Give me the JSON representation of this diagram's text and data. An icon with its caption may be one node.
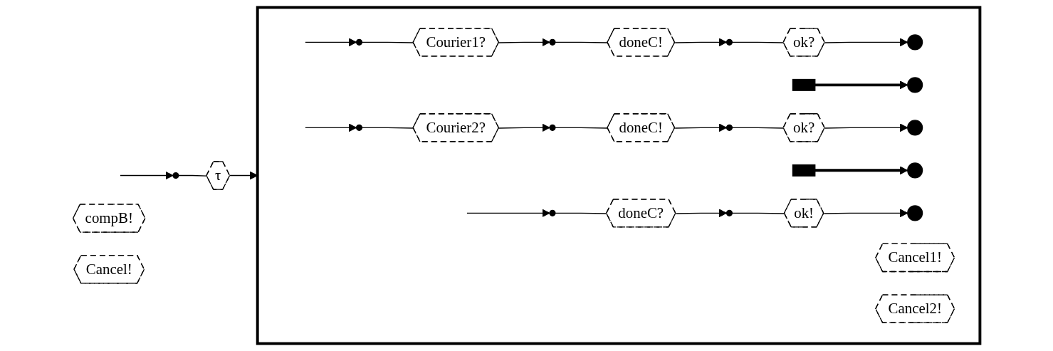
{
  "diagram": {
    "nodes": [
      {
        "text": [],
        "shape": "circle"
      },
      {
        "text": [
          "τ"
        ]
      },
      {
        "text": [
          "compB!"
        ]
      },
      {
        "text": [],
        "shape": "box"
      },
      {
        "text": [],
        "shape": "circle",
        "in": 3
      },
      {
        "text": [
          "Courier1?"
        ],
        "in": 3
      },
      {
        "text": [
          "Cancel1!"
        ],
        "in": 3
      },
      {
        "text": [],
        "shape": "circle",
        "in": 3
      },
      {
        "text": [
          "doneC!"
        ],
        "in": 3
      },
      {
        "text": [],
        "shape": "circle",
        "in": 3
      },
      {
        "text": [
          "ok?"
        ],
        "in": 3
      },
      {
        "text": [],
        "shape": "bar",
        "in": 3
      },
      {
        "text": [],
        "shape": "circle",
        "in": 3
      },
      {
        "text": [],
        "shape": "circle",
        "in": 3
      },
      {
        "text": [],
        "shape": "circle",
        "in": 3
      },
      {
        "text": [
          "Courier2?"
        ],
        "in": 3
      },
      {
        "text": [
          "Cancel2!"
        ],
        "in": 3
      },
      {
        "text": [],
        "shape": "circle",
        "in": 3
      },
      {
        "text": [
          "doneC!"
        ],
        "in": 3
      },
      {
        "text": [],
        "shape": "circle",
        "in": 3
      },
      {
        "text": [
          "ok?"
        ],
        "in": 3
      },
      {
        "text": [],
        "shape": "bar",
        "in": 3
      },
      {
        "text": [],
        "shape": "circle",
        "in": 3
      },
      {
        "text": [],
        "shape": "circle",
        "in": 3
      },
      {
        "text": [],
        "shape": "circle",
        "in": 3
      },
      {
        "text": [
          "doneC?"
        ],
        "in": 3
      },
      {
        "text": [],
        "shape": "circle",
        "in": 3
      },
      {
        "text": [
          "ok!"
        ],
        "in": 3
      },
      {
        "text": [],
        "shape": "circle",
        "in": 3
      },
      {
        "text": [
          "Cancel!"
        ]
      }
    ],
    "edges": [
      {
        "from": null,
        "to": 0,
        "arrow": "to"
      },
      {
        "from": 0,
        "to": 1,
        "arrow": "none"
      },
      {
        "from": 1,
        "to": 3,
        "arrow": "to"
      },
      {
        "from": null,
        "to": 4,
        "arrow": "to"
      },
      {
        "from": 4,
        "to": 5,
        "arrow": "none"
      },
      {
        "from": 5,
        "to": 7,
        "arrow": "to"
      },
      {
        "from": 7,
        "to": 8,
        "arrow": "none"
      },
      {
        "from": 8,
        "to": 9,
        "arrow": "to"
      },
      {
        "from": 9,
        "to": 10,
        "arrow": "none"
      },
      {
        "from": 10,
        "to": 12,
        "arrow": "to"
      },
      {
        "from": 11,
        "to": 13,
        "arrow": "to",
        "style": "thick"
      },
      {
        "from": null,
        "to": 14,
        "arrow": "to"
      },
      {
        "from": 14,
        "to": 15,
        "arrow": "none"
      },
      {
        "from": 15,
        "to": 17,
        "arrow": "to"
      },
      {
        "from": 17,
        "to": 18,
        "arrow": "none"
      },
      {
        "from": 18,
        "to": 19,
        "arrow": "to"
      },
      {
        "from": 19,
        "to": 20,
        "arrow": "none"
      },
      {
        "from": 20,
        "to": 22,
        "arrow": "to"
      },
      {
        "from": 21,
        "to": 23,
        "arrow": "to",
        "style": "thick"
      },
      {
        "from": null,
        "to": 24,
        "arrow": "to"
      },
      {
        "from": 24,
        "to": 25,
        "arrow": "none"
      },
      {
        "from": 25,
        "to": 26,
        "arrow": "to"
      },
      {
        "from": 26,
        "to": 27,
        "arrow": "none"
      },
      {
        "from": 27,
        "to": 28,
        "arrow": "to"
      }
    ]
  }
}
